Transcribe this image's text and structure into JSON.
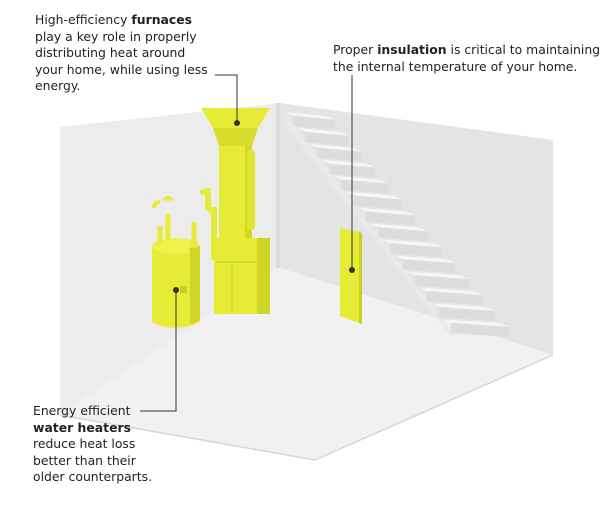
{
  "colors": {
    "highlight": "#e6ec35",
    "highlight_shadow": "#c9cf24",
    "wall_left": "#ececec",
    "wall_right": "#e2e2e2",
    "floor": "#f2f2f2",
    "stairs_top": "#f4f4f4",
    "stairs_riser": "#dcdcdc",
    "leader_line": "#333333"
  },
  "callouts": {
    "furnaces": {
      "line1_pre": "High-efficiency ",
      "line1_bold": "furnaces",
      "line2": "play a key role in properly",
      "line3": "distributing heat around",
      "line4": "your home, while using less",
      "line5": "energy."
    },
    "insulation": {
      "line1_pre": "Proper ",
      "line1_bold": "insulation",
      "line1_post": " is critical to maintaining",
      "line2": "the internal temperature of your home."
    },
    "water_heaters": {
      "line1": "Energy efficient",
      "line2_bold": "water heaters",
      "line3": "reduce heat loss",
      "line4": "better than their",
      "line5": "older counterparts."
    }
  }
}
